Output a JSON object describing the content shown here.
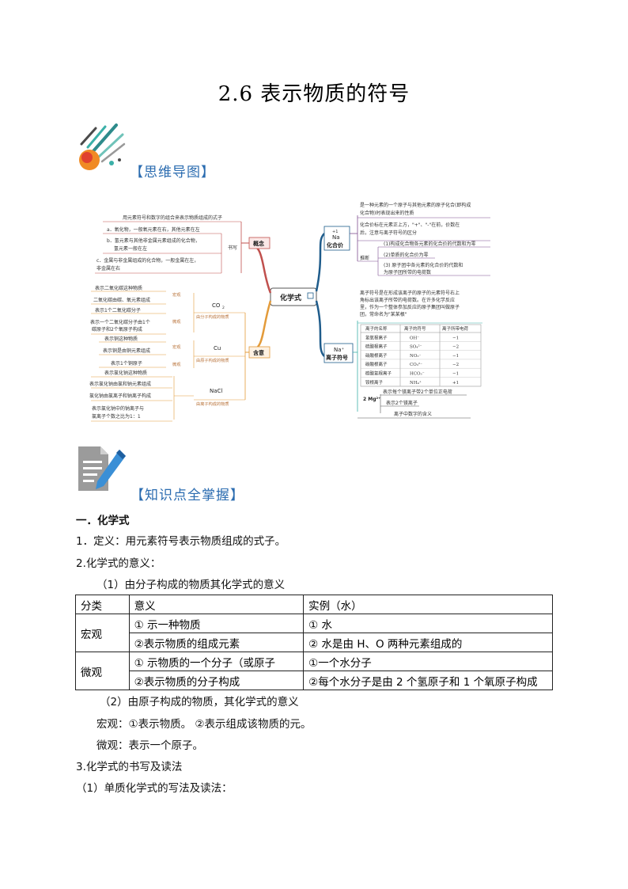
{
  "title": "2.6  表示物质的符号",
  "sections": {
    "mindmap_head": "【思维导图】",
    "knowledge_head": "【知识点全掌握】"
  },
  "mindmap": {
    "center": "化学式",
    "concept": {
      "label": "概念",
      "def": "用元素符号和数字的组合来表示物质组成的式子",
      "write": "书写",
      "a": "a．氧化物，一般氧元素在右，其他元素在左",
      "b1": "b．氢元素与其他非金属元素组成的化合物，",
      "b2": "氢元素一般在左",
      "c1": "c．金属与非金属组成的化合物，一般金属在左，",
      "c2": "非金属在右"
    },
    "meaning": {
      "label": "含意",
      "co2": "CO",
      "co2_sub": "2",
      "co2_desc": "由分子构成的物质",
      "co2_items": [
        "表示二氧化碳这种物质",
        "二氧化碳由碳、氧元素组成",
        "表示1个二氧化碳分子",
        "表示一个二氧化碳分子由1个",
        "碳原子和2个氧原子构成"
      ],
      "cu": "Cu",
      "cu_desc": "由原子构成的物质",
      "cu_items": [
        "表示铜这种物质",
        "表示铜是由铜元素组成",
        "表示1个铜原子"
      ],
      "nacl": "NaCl",
      "nacl_desc": "由离子构成的物质",
      "nacl_items": [
        "表示氯化钠这种物质",
        "表示氯化钠由氯和钠元素组成",
        "氯化钠由氯离子和钠离子构成",
        "表示氯化钠中的钠离子与",
        "氯离子个数之比为1：1"
      ],
      "macro": "宏观",
      "micro": "微观"
    },
    "valence": {
      "label": "化合价",
      "sym": "Na",
      "sup": "+1",
      "desc1": "是一种元素的一个原子与其他元素的原子化合(即构成",
      "desc2": "化合物)时表现出来的性质",
      "pos1": "化合价标在元素正上方，\"+\"、\"-\"在前，价数在",
      "pos2": "后，注意与离子符号的区分",
      "infer": "推断",
      "r1a": "(1)构成化合物各元素的化合价的代数和为零",
      "r2": "(2)单质的化合价为零",
      "r3a": "(3) 原子团中各元素的化合价的代数和",
      "r3b": "为原子团所带的电荷数"
    },
    "ion": {
      "label": "离子符号",
      "sym": "Na⁺",
      "desc1": "离子符号是在形成该离子的原子的元素符号右上",
      "desc2": "角标出该离子所带的电荷数。在许多化学反应",
      "desc3": "里，作为一个整体参加反应的原子集团叫做原子",
      "desc4": "团，常命名为\"某某根\"",
      "table_head": [
        "离子的名称",
        "离子的符号",
        "离子所带电荷"
      ],
      "table_rows": [
        [
          "氢氧根离子",
          "OH⁻",
          "−1"
        ],
        [
          "硫酸根离子",
          "SO₄²⁻",
          "−2"
        ],
        [
          "硝酸根离子",
          "NO₃⁻",
          "−1"
        ],
        [
          "碳酸根离子",
          "CO₃²⁻",
          "−2"
        ],
        [
          "碳酸氢根离子",
          "HCO₃⁻",
          "−1"
        ],
        [
          "铵根离子",
          "NH₄⁺",
          "+1"
        ]
      ],
      "mg": "2 Mg²⁺",
      "mg1": "表示每个镁离子带2个单位正电荷",
      "mg2": "表示2个镁离子",
      "mg3": "离子中数字的含义"
    }
  },
  "content": {
    "h1": "一．化学式",
    "p1": "1．定义：用元素符号表示物质组成的式子。",
    "p2": "2.化学式的意义：",
    "p3": "（1）由分子构成的物质其化学式的意义",
    "table": {
      "head": [
        "分类",
        "意义",
        "实例（水）"
      ],
      "macro": "宏观",
      "micro": "微观",
      "rows": [
        [
          "①  示一种物质",
          "①  水"
        ],
        [
          "②表示物质的组成元素",
          "②  水是由 H、O 两种元素组成的"
        ],
        [
          "①  示物质的一个分子（或原子",
          "①一个水分子"
        ],
        [
          "②表示物质的分子构成",
          "②每个水分子是由 2 个氢原子和 1 个氧原子构成"
        ]
      ]
    },
    "p4": "（2）由原子构成的物质，其化学式的意义",
    "p5": "宏观：①表示物质。 ②表示组成该物质的元。",
    "p6": "微观：表示一个原子。",
    "p7": "3.化学式的书写及读法",
    "p8": "（1）单质化学式的写法及读法："
  },
  "colors": {
    "accent": "#2b6cb0",
    "mm_orange": "#e39b3a",
    "mm_red": "#c0504d",
    "mm_blue": "#1f5c8b",
    "mm_purple": "#7e4d8f"
  }
}
